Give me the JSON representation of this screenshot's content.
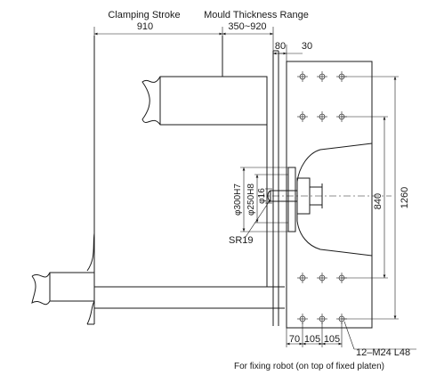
{
  "labels": {
    "clamping_stroke": "Clamping Stroke",
    "clamping_stroke_value": "910",
    "mould_thickness": "Mould Thickness Range",
    "mould_thickness_value": "350~920",
    "dim_80": "80",
    "dim_30": "30",
    "dim_840": "840",
    "dim_1260": "1260",
    "dia_300": "φ300H7",
    "dia_250": "φ250H8",
    "dia_16": "φ16",
    "sr19": "SR19",
    "dim_70": "70",
    "dim_105a": "105",
    "dim_105b": "105",
    "holes": "12–M24 L48",
    "note": "For fixing robot (on top of fixed platen)"
  }
}
